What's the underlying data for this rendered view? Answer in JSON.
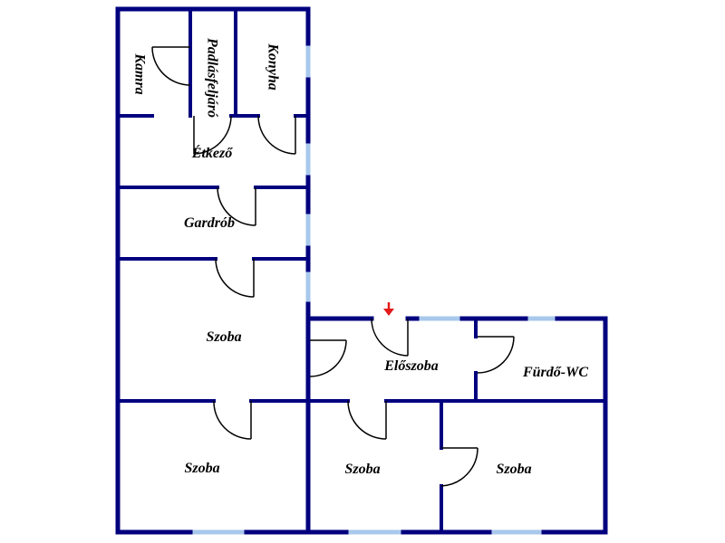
{
  "colors": {
    "wall": "#00007f",
    "window": "#a8c8ec",
    "door": "#000000",
    "entrance_arrow": "#e31b1b",
    "label": "#000000"
  },
  "rooms": {
    "kamra": "Kamra",
    "padlas": "Padlásfeljáró",
    "konyha": "Konyha",
    "etkezo": "Étkező",
    "gardrob": "Gardrób",
    "szoba_mid": "Szoba",
    "szoba_bl": "Szoba",
    "eloszoba": "Előszoba",
    "furdo": "Fürdő-WC",
    "szoba_bc": "Szoba",
    "szoba_br": "Szoba"
  }
}
